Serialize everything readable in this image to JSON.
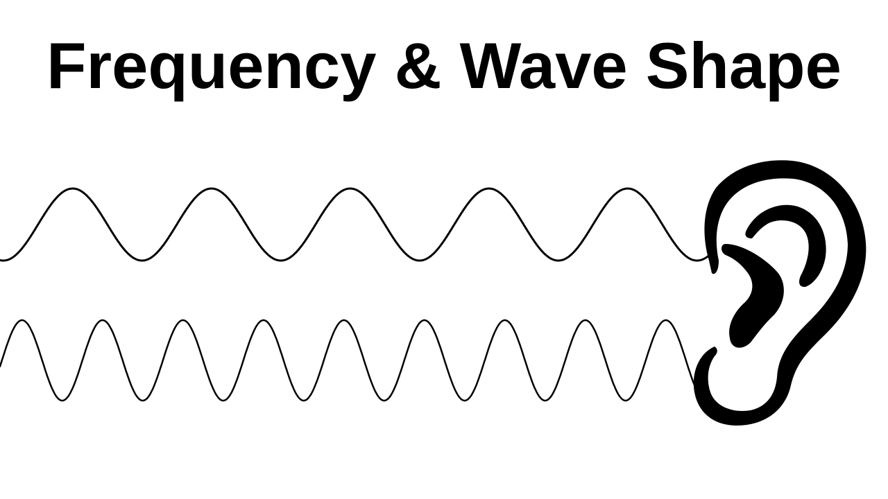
{
  "title": "Frequency & Wave Shape",
  "colors": {
    "background": "#ffffff",
    "ink": "#000000"
  },
  "icons": {
    "ear": "ear-icon"
  },
  "waves": [
    {
      "name": "low-frequency-wave",
      "cycles": 5
    },
    {
      "name": "high-frequency-wave",
      "cycles": 9
    }
  ]
}
